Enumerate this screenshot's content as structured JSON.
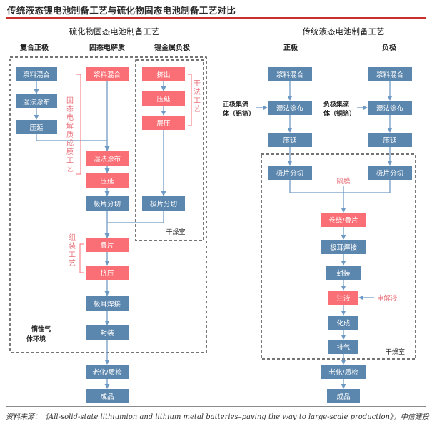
{
  "title": "传统液态锂电池制备工艺与硫化物固态电池制备工艺对比",
  "source": "资料来源：《All-solid-state lithiumion and lithium metal batteries–paving the way to large-scale production》，中信建投",
  "colors": {
    "blue": "#5b86ad",
    "red": "#fa6f75",
    "redText": "#e8727b",
    "arrow": "#6f9ac3",
    "accentLine": "#c9302c"
  },
  "left": {
    "section_title": "硫化物固态电池制备工艺",
    "col_cathode": "复合正极",
    "col_electrolyte": "固态电解质",
    "col_anode": "锂金属负极",
    "cathode_steps": [
      "浆料混合",
      "湿法涂布",
      "压延"
    ],
    "electrolyte_steps": [
      "浆料混合",
      "湿法涂布",
      "压延"
    ],
    "electrolyte_label": "固态电解质成膜工艺",
    "anode_steps": [
      "挤出",
      "压延",
      "层压"
    ],
    "anode_label": "干法工艺",
    "cut1": "极片分切",
    "cut2": "极片分切",
    "dry_room": "干燥室",
    "assembly_label": "组装工艺",
    "assembly_steps": [
      "叠片",
      "挤压"
    ],
    "steps_after": [
      "极耳焊接",
      "封装"
    ],
    "inert_label": "惰性气体环境",
    "final_steps": [
      "老化/质检",
      "成品"
    ]
  },
  "right": {
    "section_title": "传统液态电池制备工艺",
    "col_cathode": "正极",
    "col_anode": "负极",
    "cathode_steps": [
      "浆料混合",
      "湿法涂布",
      "压延",
      "极片分切"
    ],
    "anode_steps": [
      "浆料混合",
      "湿法涂布",
      "压延",
      "极片分切"
    ],
    "cathode_collector": "正极集流体（铝箔）",
    "anode_collector": "负极集流体（铜箔）",
    "separator": "隔膜",
    "assembly": "卷绕/叠片",
    "tab_weld": "极耳焊接",
    "seal": "封装",
    "injection": "注液",
    "electrolyte": "电解液",
    "formation": "化成",
    "degas": "排气",
    "dry_room": "干燥室",
    "final_steps": [
      "老化/质检",
      "成品"
    ]
  }
}
